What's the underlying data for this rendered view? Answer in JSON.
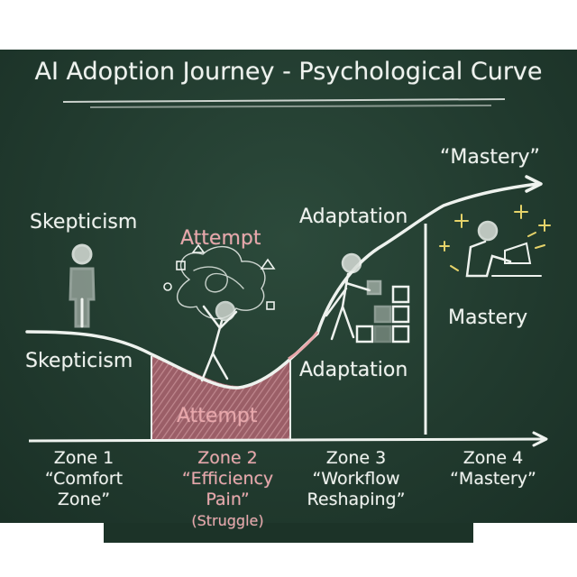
{
  "title": "AI Adoption Journey - Psychological Curve",
  "curve_labels": {
    "skepticism_upper": "Skepticism",
    "skepticism_lower": "Skepticism",
    "attempt_upper": "Attempt",
    "attempt_lower": "Attempt",
    "adaptation_upper": "Adaptation",
    "adaptation_lower": "Adaptation",
    "mastery_quote": "“Mastery”",
    "mastery": "Mastery"
  },
  "zones": [
    {
      "number": "Zone 1",
      "line1": "“Comfort",
      "line2": "Zone”",
      "note": ""
    },
    {
      "number": "Zone 2",
      "line1": "“Efficiency",
      "line2": "Pain”",
      "note": "(Struggle)"
    },
    {
      "number": "Zone 3",
      "line1": "“Workflow",
      "line2": "Reshaping”",
      "note": ""
    },
    {
      "number": "Zone 4",
      "line1": "“Mastery”",
      "line2": "",
      "note": ""
    }
  ],
  "colors": {
    "board": "#213a2e",
    "chalk": "#eef2ee",
    "pink_chalk": "#e8a6aa",
    "pink_fill": "#b5707a",
    "sparkle": "#e6d36a"
  },
  "icons": [
    "standing-person-icon",
    "stressed-person-icon",
    "person-stacking-blocks-icon",
    "person-at-laptop-icon",
    "sparkle-icon",
    "arrow-icon"
  ]
}
